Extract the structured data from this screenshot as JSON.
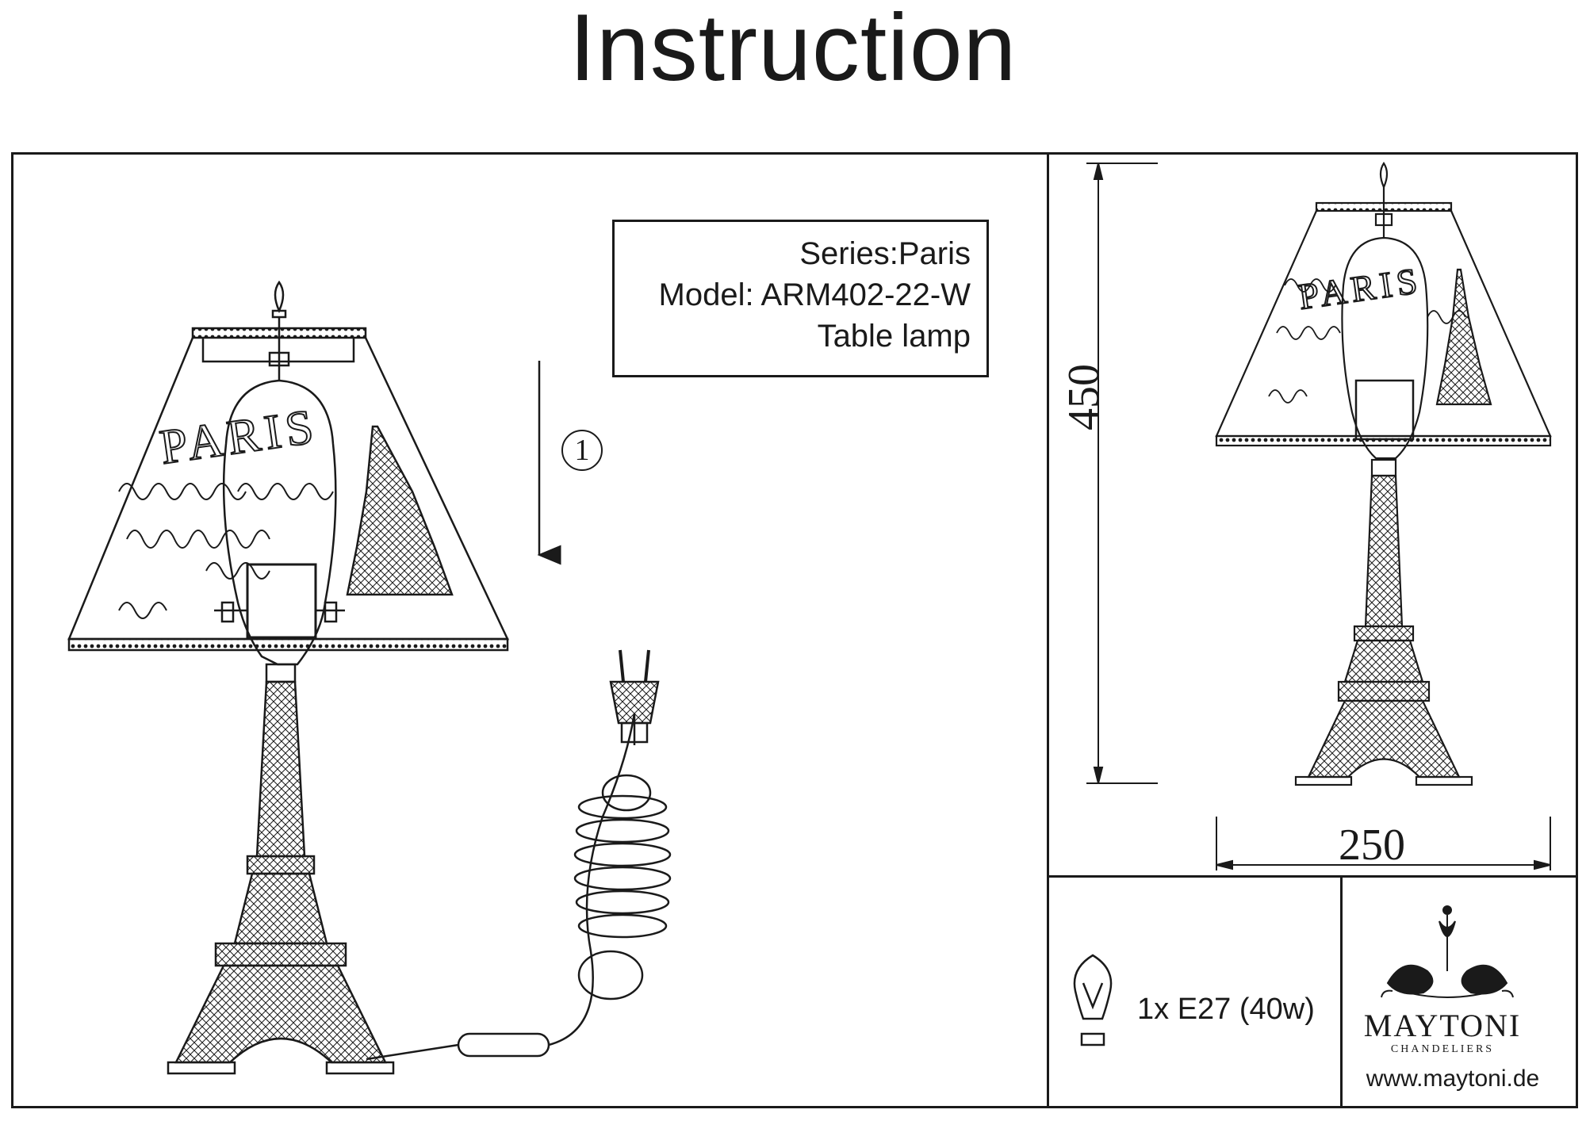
{
  "document": {
    "title": "Instruction"
  },
  "info": {
    "series": "Series:Paris",
    "model": "Model: ARM402-22-W",
    "type": "Table lamp"
  },
  "assembly": {
    "step_number": "1"
  },
  "dimensions": {
    "height": "450",
    "width": "250"
  },
  "bulb": {
    "spec": "1x E27 (40w)"
  },
  "brand": {
    "name": "MAYTONI",
    "tagline": "CHANDELIERS",
    "url": "www.maytoni.de"
  },
  "shade_print": {
    "word": "PARIS"
  }
}
